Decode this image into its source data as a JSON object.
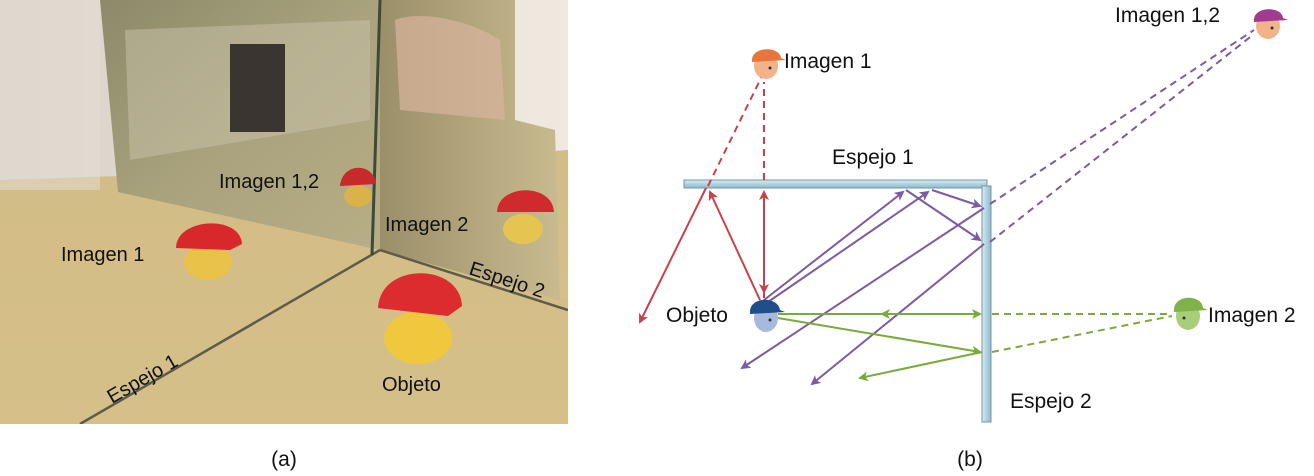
{
  "panel_a": {
    "caption": "(a)",
    "labels": {
      "image12": "Imagen 1,2",
      "image2": "Imagen 2",
      "image1": "Imagen 1",
      "mirror2": "Espejo 2",
      "mirror1": "Espejo 1",
      "object": "Objeto"
    }
  },
  "panel_b": {
    "caption": "(b)",
    "labels": {
      "image1": "Imagen 1",
      "image12": "Imagen 1,2",
      "mirror1": "Espejo 1",
      "object": "Objeto",
      "image2": "Imagen 2",
      "mirror2": "Espejo 2"
    }
  },
  "colors": {
    "red": "#c9424a",
    "purple": "#7b5ba6",
    "green": "#7aab3a",
    "mirror": "#aecfdc",
    "image1_head": "#e8763a",
    "image12_head": "#a03b8f",
    "image2_head": "#7fb34a",
    "object_head": "#1f4e8c"
  }
}
